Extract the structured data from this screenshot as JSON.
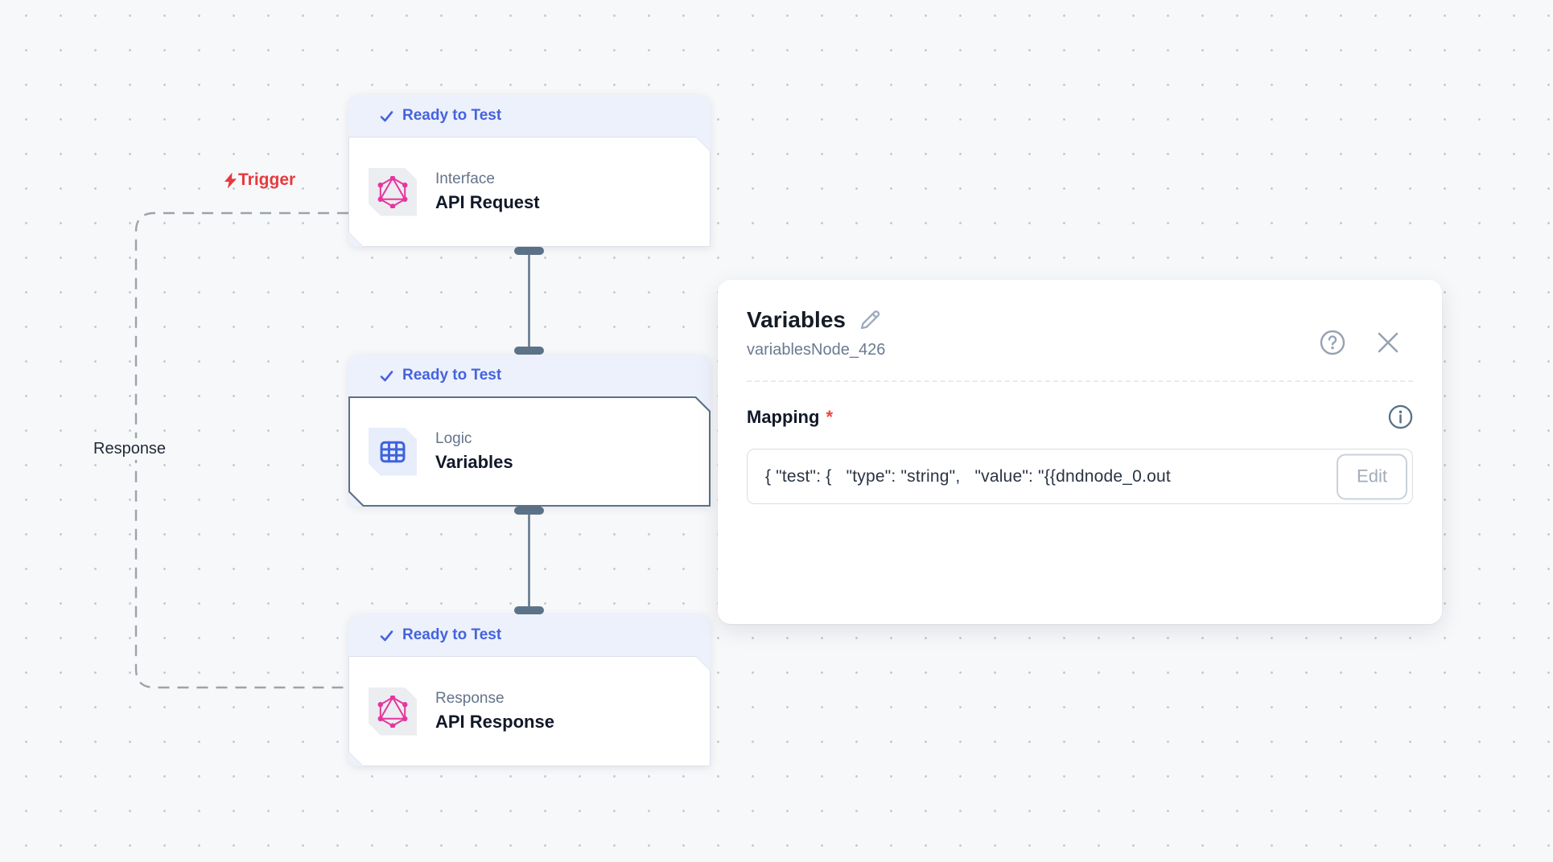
{
  "canvas": {
    "trigger_label": "Trigger",
    "response_label": "Response"
  },
  "nodes": [
    {
      "status": "Ready to Test",
      "category": "Interface",
      "title": "API Request"
    },
    {
      "status": "Ready to Test",
      "category": "Logic",
      "title": "Variables",
      "selected": true
    },
    {
      "status": "Ready to Test",
      "category": "Response",
      "title": "API Response"
    }
  ],
  "panel": {
    "title": "Variables",
    "subtitle": "variablesNode_426",
    "mapping_label": "Mapping",
    "required_marker": "*",
    "mapping_value": "{ \"test\": {   \"type\": \"string\",   \"value\": \"{{dndnode_0.out",
    "edit_button": "Edit"
  },
  "icons": {
    "status_check": "✓",
    "trigger_bolt": "⚡",
    "edit_pencil": "✎",
    "help": "?",
    "close": "×",
    "info": "i"
  },
  "colors": {
    "canvas_bg": "#F7F8FA",
    "badge_bg": "#EDF1FB",
    "badge_text": "#4463DE",
    "trigger_red": "#E8393D",
    "graphql_pink": "#E5369E",
    "logic_blue": "#3E63DD",
    "connector_slate": "#5E7489",
    "required_red": "#F04438"
  }
}
